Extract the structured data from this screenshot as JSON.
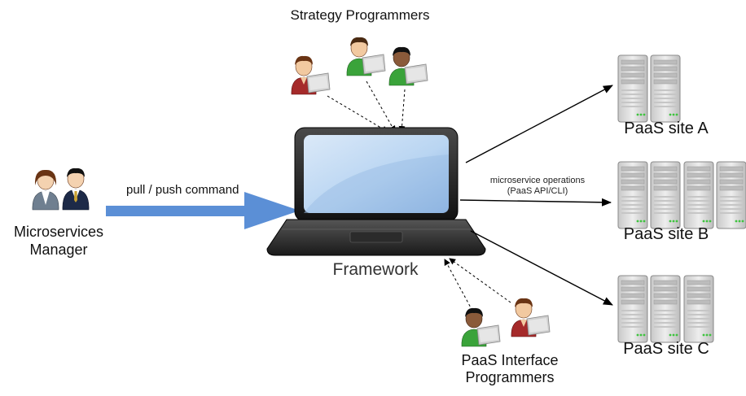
{
  "labels": {
    "strategy_programmers": "Strategy Programmers",
    "microservices_manager_line1": "Microservices",
    "microservices_manager_line2": "Manager",
    "framework": "Framework",
    "paas_interface_line1": "PaaS Interface",
    "paas_interface_line2": "Programmers",
    "command": "pull / push command",
    "operations_line1": "microservice operations",
    "operations_line2": "(PaaS API/CLI)"
  },
  "sites": [
    {
      "label": "PaaS site A",
      "servers": 2
    },
    {
      "label": "PaaS site B",
      "servers": 4
    },
    {
      "label": "PaaS site C",
      "servers": 3
    }
  ],
  "icons": {
    "people": "person-with-laptop-icon",
    "manager": "businesspeople-icon",
    "framework": "laptop-icon",
    "site": "server-rack-icon"
  },
  "colors": {
    "command_arrow": "#5b8fd6",
    "shirt_red": "#a52a2a",
    "shirt_green": "#3aa33a",
    "laptop_screen": "#b9d5f2",
    "server_body": "#d9d9d9"
  }
}
